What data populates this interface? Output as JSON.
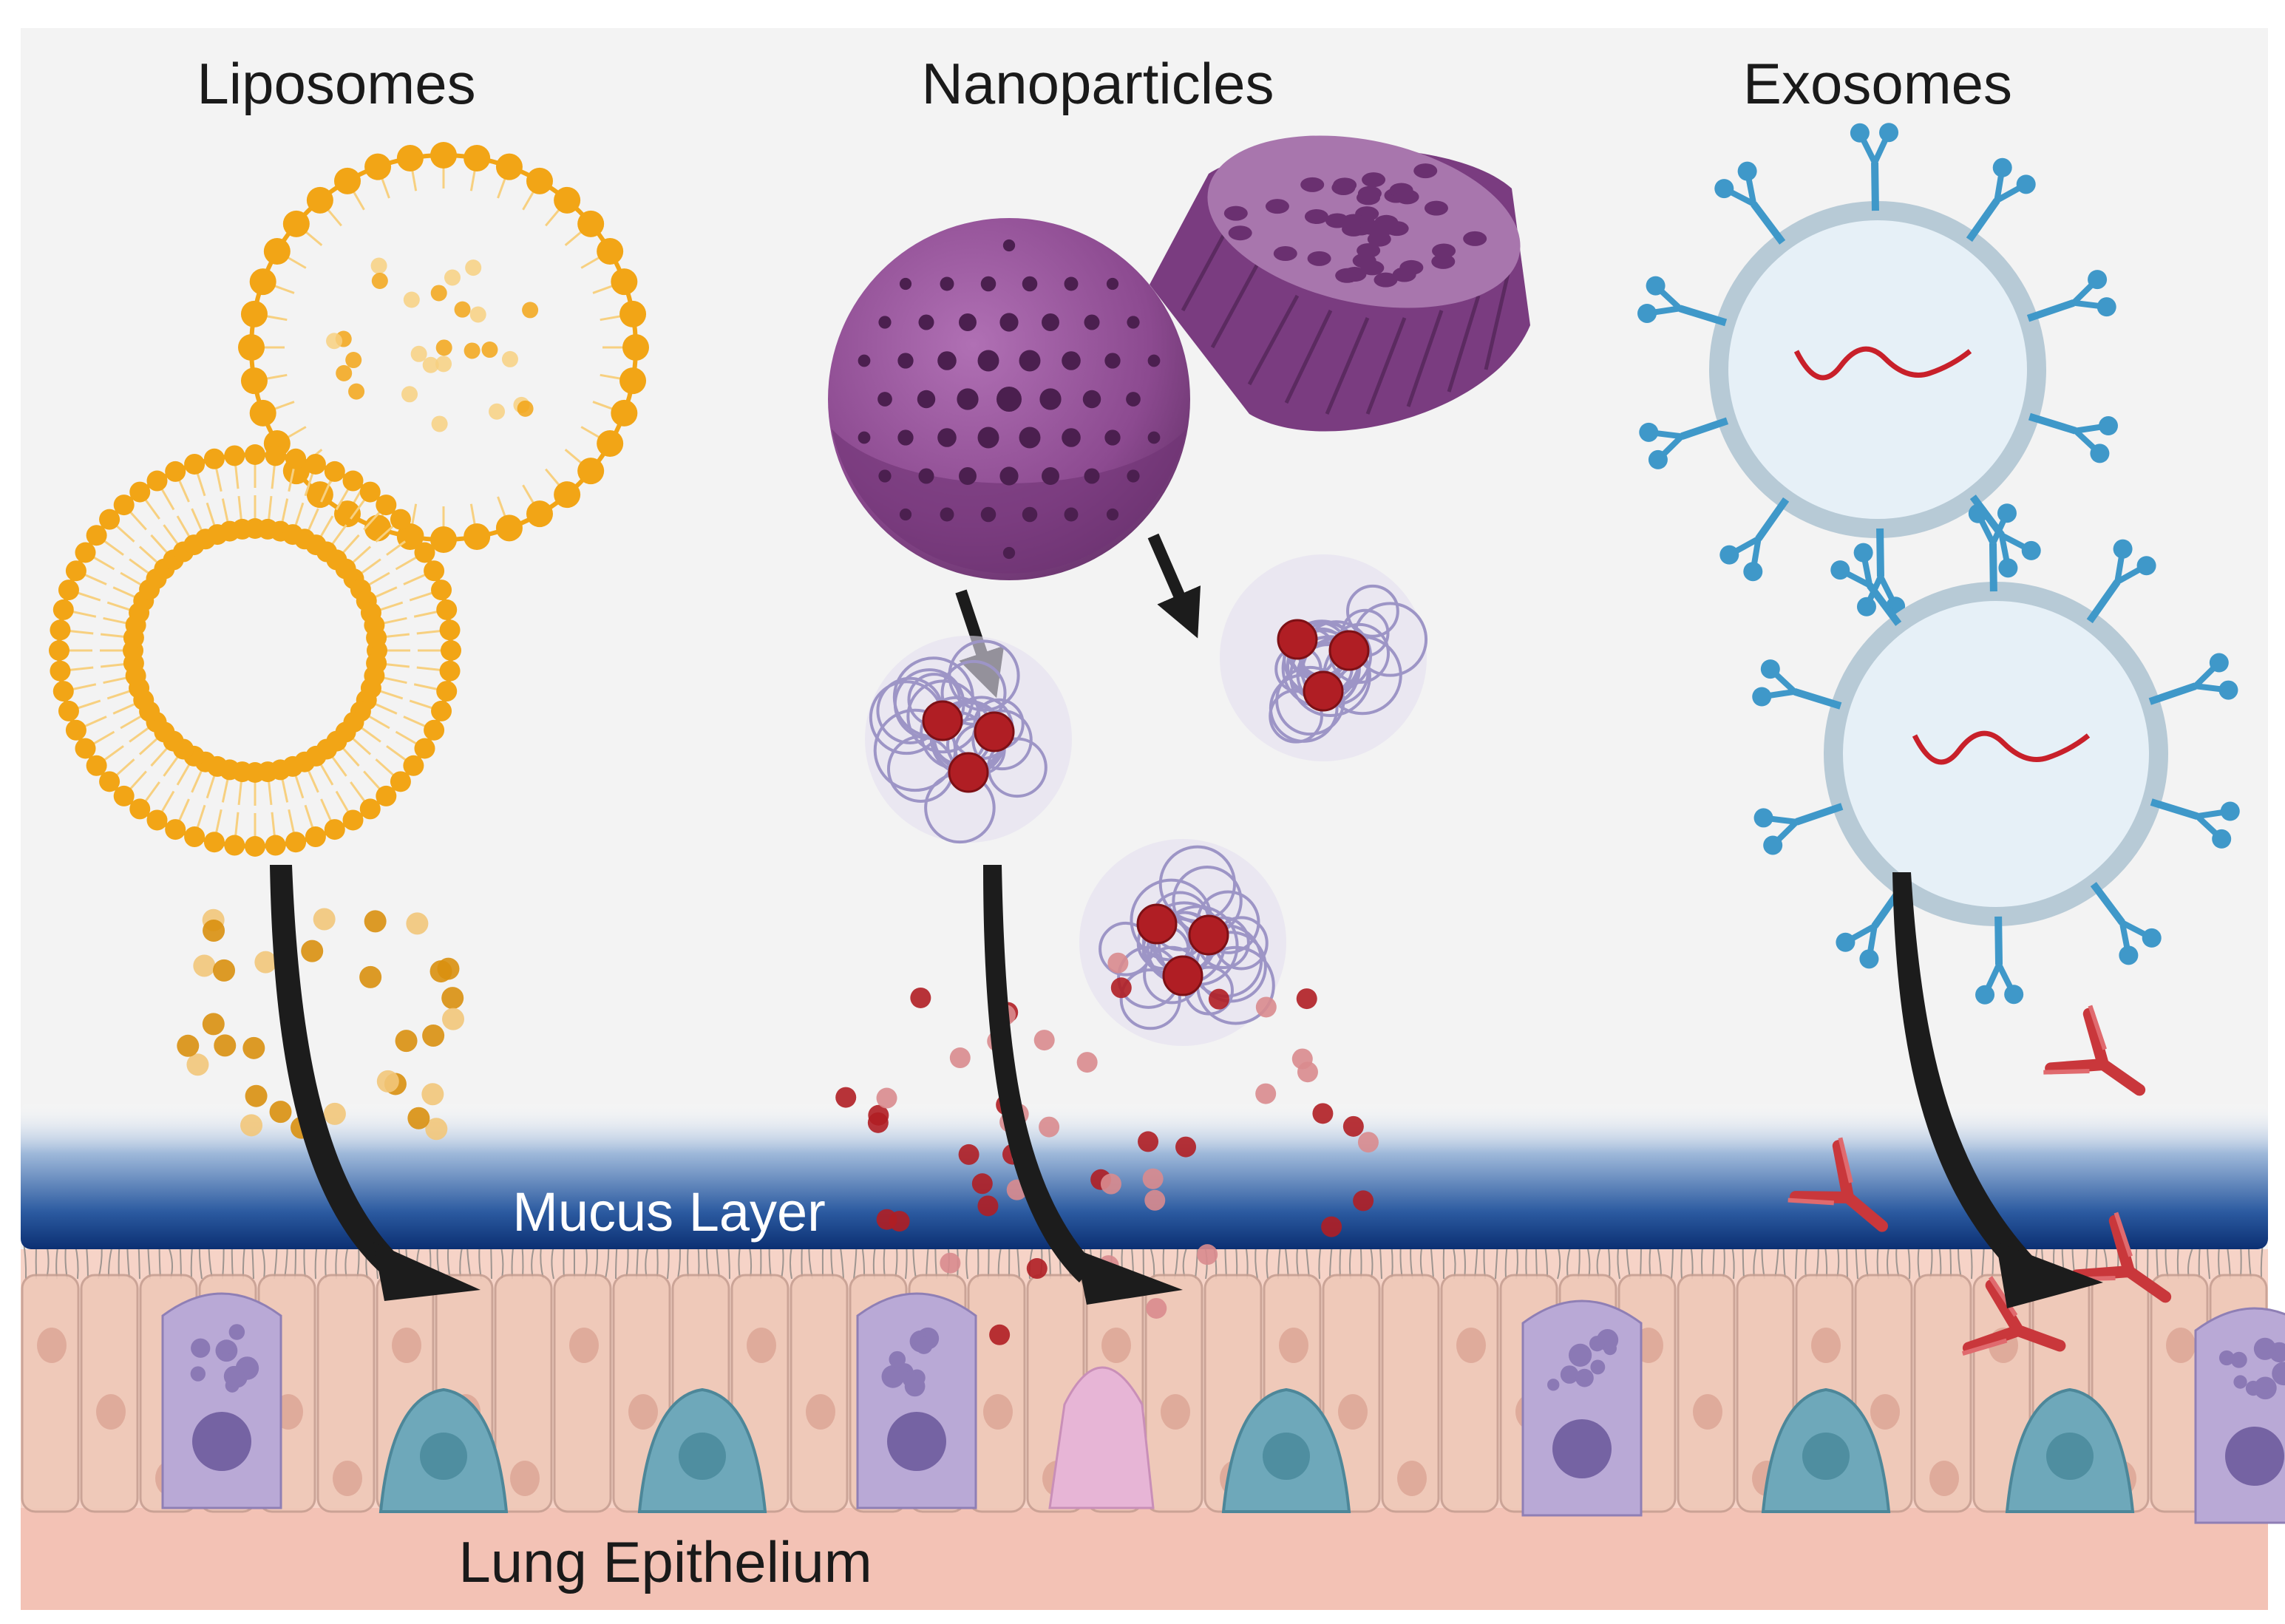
{
  "labels": {
    "liposomes": "Liposomes",
    "nanoparticles": "Nanoparticles",
    "exosomes": "Exosomes",
    "mucus_layer": "Mucus Layer",
    "lung_epithelium": "Lung Epithelium"
  },
  "colors": {
    "background": "#f3f3f3",
    "liposome": "#f2a516",
    "liposome_light": "#f7d080",
    "nanoparticle": "#8c4a90",
    "nanoparticle_dark": "#4b1f4f",
    "polymer": "#9d95c6",
    "cargo_red": "#b01e24",
    "exosome_membrane": "#b7cad6",
    "exosome_protein": "#3f98c9",
    "rna": "#c8202a",
    "antibody": "#c9373b",
    "mucus_dark": "#0d3b82",
    "epithelium": "#f1cbbb",
    "goblet_cell": "#b9a9d6",
    "basal_cell": "#6ea8ba",
    "arrow": "#1c1c1c"
  },
  "icons": [
    "liposome",
    "porous-sphere-nanoparticle",
    "porous-cylinder-nanoparticle",
    "polymer-nanoparticle",
    "exosome",
    "rna-strand",
    "antibody",
    "curved-arrow",
    "epithelial-cell",
    "goblet-cell",
    "basal-cell"
  ]
}
